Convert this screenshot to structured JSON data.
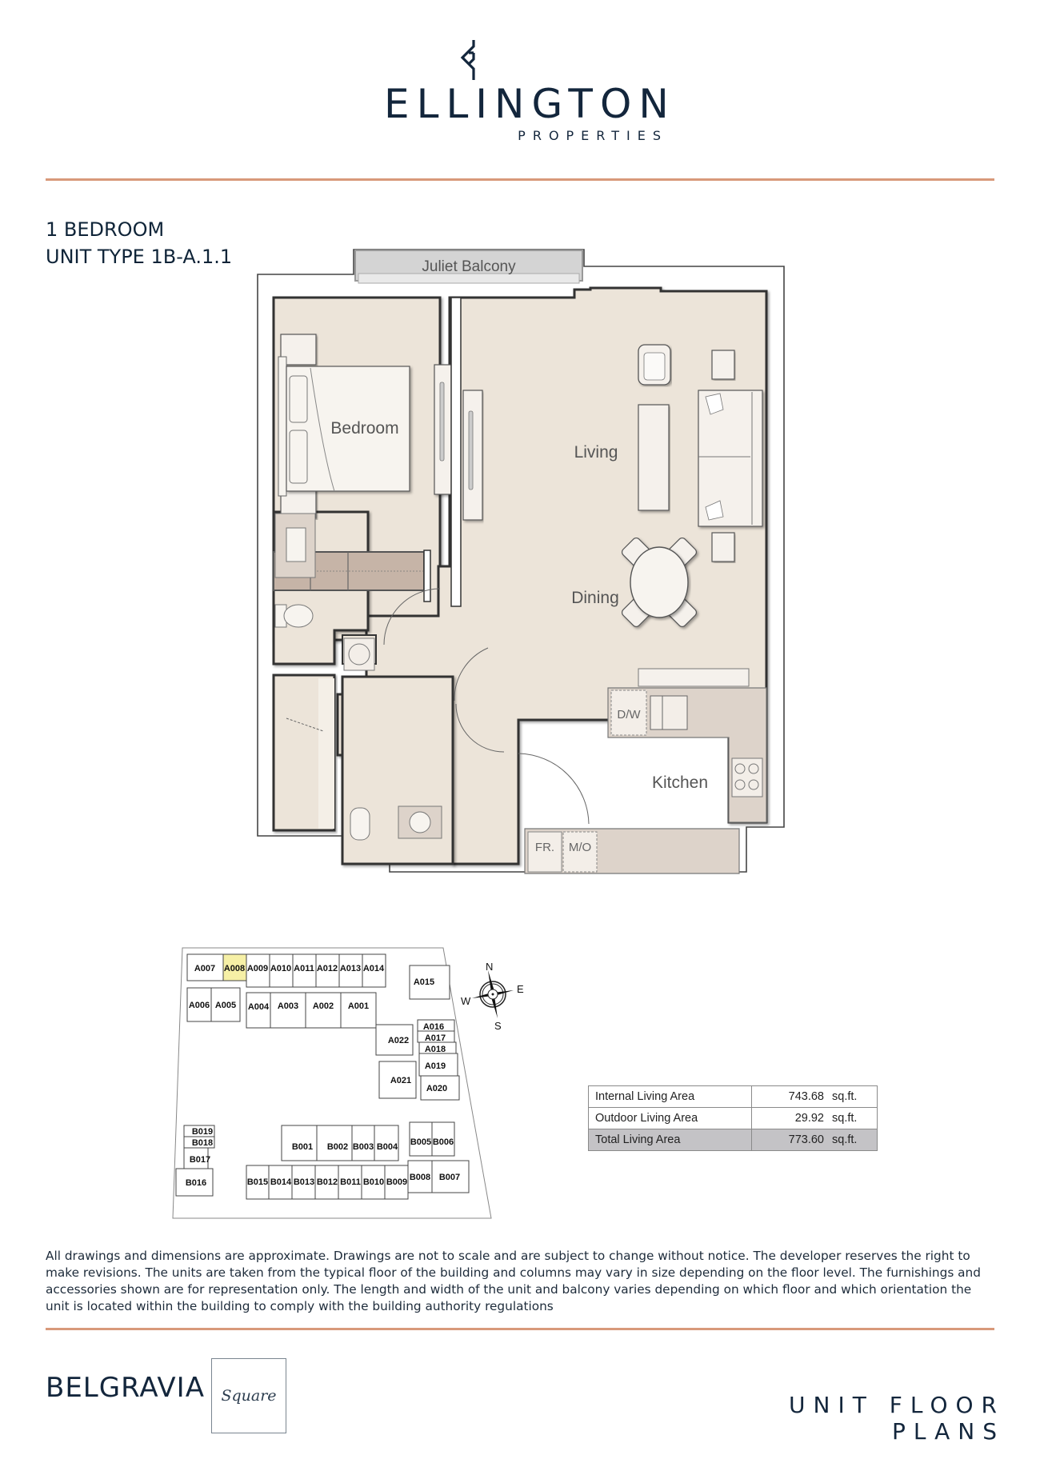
{
  "header": {
    "logo": {
      "icon": "ellington-monogram-icon",
      "wordmark": "ELLINGTON",
      "subline": "PROPERTIES"
    },
    "rule_color": "#d8997a"
  },
  "unit": {
    "bedrooms": "1 BEDROOM",
    "type": "UNIT TYPE 1B-A.1.1"
  },
  "floor_plan": {
    "balcony_label": "Juliet Balcony",
    "rooms": {
      "bedroom": "Bedroom",
      "living": "Living",
      "dining": "Dining",
      "kitchen": "Kitchen"
    },
    "appliances": {
      "dishwasher": "D/W",
      "fridge": "FR.",
      "microwave": "M/O"
    },
    "colors": {
      "floor": "#ece4d9",
      "wardrobe": "#c6b4a7",
      "wall": "#ffffff",
      "balcony": "#d4d4d4"
    }
  },
  "key_plan": {
    "highlighted_unit": "A008",
    "highlight_color": "#f6f0a6",
    "compass": {
      "n": "N",
      "e": "E",
      "s": "S",
      "w": "W"
    },
    "units": {
      "a_top_row": [
        "A007",
        "A008",
        "A009",
        "A010",
        "A011",
        "A012",
        "A013",
        "A014"
      ],
      "a_second_row": [
        "A006",
        "A005",
        "A004",
        "A003",
        "A002",
        "A001"
      ],
      "a_east": [
        "A015",
        "A016",
        "A017",
        "A018",
        "A019",
        "A020",
        "A021",
        "A022"
      ],
      "b_west": [
        "B019",
        "B018",
        "B017",
        "B016"
      ],
      "b_upper": [
        "B001",
        "B002",
        "B003",
        "B004",
        "B005",
        "B006"
      ],
      "b_lower": [
        "B015",
        "B014",
        "B013",
        "B012",
        "B011",
        "B010",
        "B009",
        "B008",
        "B007"
      ]
    }
  },
  "area_table": {
    "rows": [
      {
        "label": "Internal Living Area",
        "value": "743.68",
        "unit": "sq.ft."
      },
      {
        "label": "Outdoor Living Area",
        "value": "29.92",
        "unit": "sq.ft."
      },
      {
        "label": "Total Living Area",
        "value": "773.60",
        "unit": "sq.ft."
      }
    ]
  },
  "disclaimer": "All drawings and dimensions are approximate. Drawings are not to scale and are subject to change without notice. The developer reserves the right to make revisions. The units are taken from the typical floor of the building and columns may vary in size depending on the floor level. The furnishings and accessories shown are for representation only. The length and width of the unit and balcony varies depending on which floor and which orientation the unit is located within the building to comply with the building authority regulations",
  "footer": {
    "project_name": "BELGRAVIA",
    "project_suffix": "Square",
    "document_title": "UNIT FLOOR PLANS"
  }
}
